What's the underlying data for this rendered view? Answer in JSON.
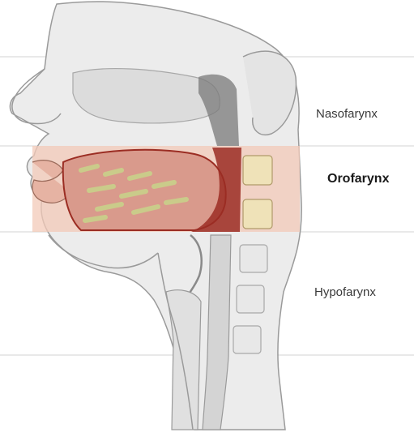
{
  "labels": {
    "nasopharynx": "Nasofarynx",
    "oropharynx": "Orofarynx",
    "hypopharynx": "Hypofarynx"
  },
  "highlighted_region": "oropharynx",
  "colors": {
    "background": "#ffffff",
    "outline": "#9a9a9a",
    "skin_fill": "#ececec",
    "shadow": "#cfcfcf",
    "highlight_band": "#f3c9b8",
    "tongue": "#d99a8c",
    "tongue_texture": "#c8d48a",
    "cavity_red": "#9b2d23",
    "vertebra_fill": "#efe2b8",
    "separator_line": "#d8d8d8"
  },
  "icons": [
    "head-neck-sagittal-section-illustration"
  ]
}
